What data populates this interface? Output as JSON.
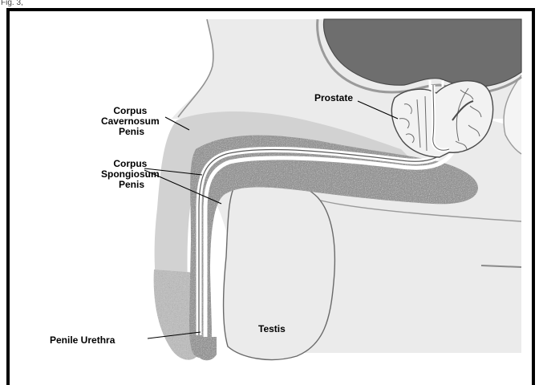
{
  "figure": {
    "corner_caption": "Fig. 3,",
    "colors": {
      "skin": "#ebebeb",
      "body_line": "#909090",
      "cavernosum": "#d2d2d2",
      "spongy_tissue": "#8e8e8e",
      "bladder": "#6e6e6e",
      "urethra": "#ffffff",
      "outline": "#4a4a4a"
    },
    "labels": {
      "corpus_cavernosum": [
        "Corpus",
        "Cavernosum",
        "Penis"
      ],
      "corpus_spongiosum": [
        "Corpus",
        "Spongiosum",
        "Penis"
      ],
      "prostate": "Prostate",
      "testis": "Testis",
      "penile_urethra": "Penile Urethra"
    }
  }
}
